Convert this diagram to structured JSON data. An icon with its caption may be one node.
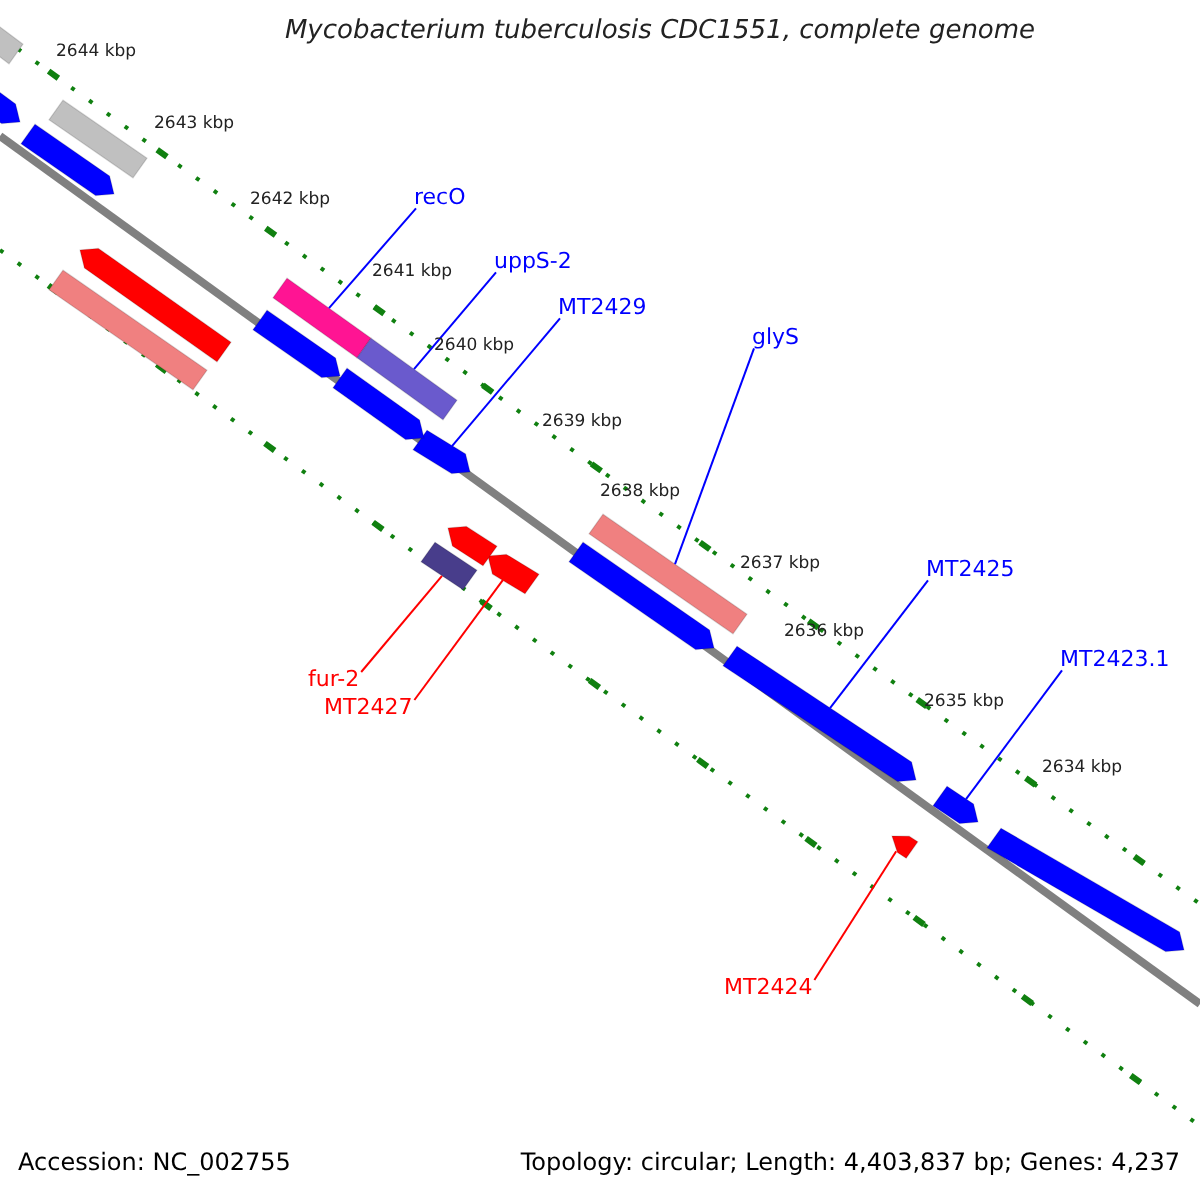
{
  "diagram": {
    "title": "Mycobacterium tuberculosis CDC1551, complete genome",
    "nodes": [
      {
        "text": [
          "recO"
        ]
      },
      {
        "text": [],
        "shape": "bar"
      },
      {
        "text": [
          "uppS-2"
        ]
      },
      {
        "text": [],
        "shape": "bar"
      },
      {
        "text": [
          "MT2429"
        ]
      },
      {
        "text": [],
        "shape": "arrow"
      },
      {
        "text": [
          "glyS"
        ]
      },
      {
        "text": [],
        "shape": "bar"
      },
      {
        "text": [
          "MT2425"
        ]
      },
      {
        "text": [],
        "shape": "arrow"
      },
      {
        "text": [
          "MT2423.1"
        ]
      },
      {
        "text": [],
        "shape": "arrow"
      },
      {
        "text": [
          "fur-2"
        ]
      },
      {
        "text": [],
        "shape": "bar"
      },
      {
        "text": [
          "MT2427"
        ]
      },
      {
        "text": [],
        "shape": "arrow"
      },
      {
        "text": [
          "MT2424"
        ]
      },
      {
        "text": [],
        "shape": "arrow"
      },
      {
        "text": [],
        "shape": "bar"
      },
      {
        "text": [],
        "shape": "bar"
      },
      {
        "text": [],
        "shape": "arrow"
      },
      {
        "text": [],
        "shape": "arrow"
      },
      {
        "text": [],
        "shape": "arrow"
      },
      {
        "text": [],
        "shape": "arrow"
      },
      {
        "text": [],
        "shape": "arrow"
      },
      {
        "text": [],
        "shape": "arrow"
      },
      {
        "text": [],
        "shape": "arrow"
      },
      {
        "text": [],
        "shape": "bar"
      },
      {
        "text": [],
        "shape": "arrow"
      }
    ],
    "edges": [
      {
        "from": 0,
        "to": 1,
        "arrow": "none"
      },
      {
        "from": 2,
        "to": 3,
        "arrow": "none"
      },
      {
        "from": 4,
        "to": 5,
        "arrow": "none"
      },
      {
        "from": 6,
        "to": 7,
        "arrow": "none"
      },
      {
        "from": 8,
        "to": 9,
        "arrow": "none"
      },
      {
        "from": 10,
        "to": 11,
        "arrow": "none"
      },
      {
        "from": 12,
        "to": 13,
        "arrow": "none",
        "color": "#ff0000"
      },
      {
        "from": 14,
        "to": 15,
        "arrow": "none",
        "color": "#ff0000"
      },
      {
        "from": 16,
        "to": 17,
        "arrow": "none",
        "color": "#ff0000"
      }
    ],
    "labels": [
      "2644 kbp",
      "2643 kbp",
      "2642 kbp",
      "2641 kbp",
      "2640 kbp",
      "2639 kbp",
      "2638 kbp",
      "2637 kbp",
      "2636 kbp",
      "2635 kbp",
      "2634 kbp",
      "Accession: NC_002755",
      "Topology: circular; Length: 4,403,837 bp; Genes: 4,237"
    ]
  }
}
